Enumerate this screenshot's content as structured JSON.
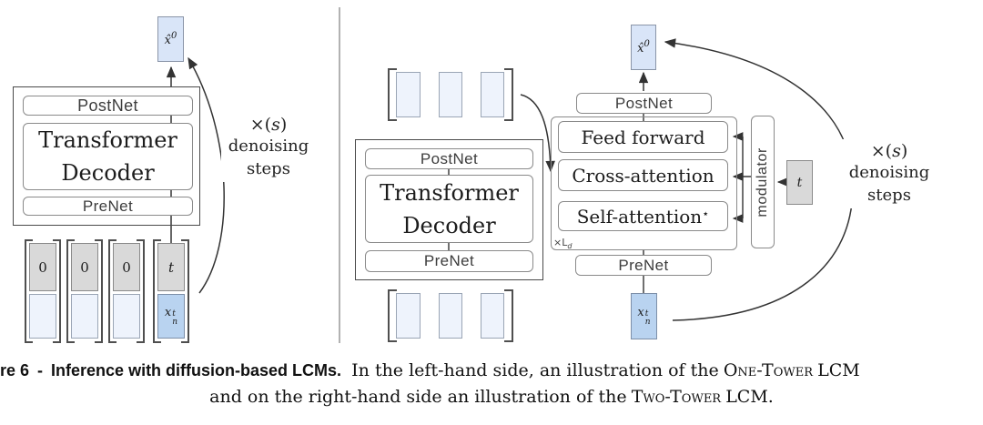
{
  "left": {
    "xhat": {
      "base": "x̂",
      "sup": "0"
    },
    "postnet": "PostNet",
    "transformer_line1": "Transformer",
    "transformer_line2": "Decoder",
    "prenet": "PreNet",
    "seq_tokens": [
      "0",
      "0",
      "0",
      "t"
    ],
    "xnt": {
      "base": "x",
      "sup": "t",
      "sub": "n"
    },
    "loop": {
      "times_pre": "×(",
      "times_s": "s",
      "times_post": ")",
      "line2": "denoising",
      "line3": "steps"
    }
  },
  "right": {
    "encoder": {
      "postnet": "PostNet",
      "transformer_line1": "Transformer",
      "transformer_line2": "Decoder",
      "prenet": "PreNet"
    },
    "denoiser": {
      "xhat": {
        "base": "x̂",
        "sup": "0"
      },
      "postnet": "PostNet",
      "feed_forward": "Feed forward",
      "cross_attention": "Cross-attention",
      "self_attention": "Self-attention",
      "self_attention_sup": "⋆",
      "layers_label": {
        "base": "×L",
        "sub": "d"
      },
      "prenet": "PreNet",
      "modulator": "modulator",
      "t_label": "t",
      "xnt": {
        "base": "x",
        "sup": "t",
        "sub": "n"
      }
    },
    "loop": {
      "times_pre": "×(",
      "times_s": "s",
      "times_post": ")",
      "line2": "denoising",
      "line3": "steps"
    }
  },
  "caption": {
    "label": "re 6",
    "dash": "-",
    "bold": "Inference with diffusion-based LCMs.",
    "line1_text": "In the left-hand side, an illustration of the",
    "line1_sc": "One-Tower",
    "line1_tail": "LCM",
    "line2_text": "and on the right-hand side an illustration of the",
    "line2_sc": "Two-Tower",
    "line2_tail": "LCM."
  },
  "colors": {
    "light_blue": "#eef3fc",
    "mid_blue": "#d9e5f8",
    "strong_blue": "#b9d3f0",
    "gray_fill": "#d9d9d9",
    "line": "#333333"
  }
}
